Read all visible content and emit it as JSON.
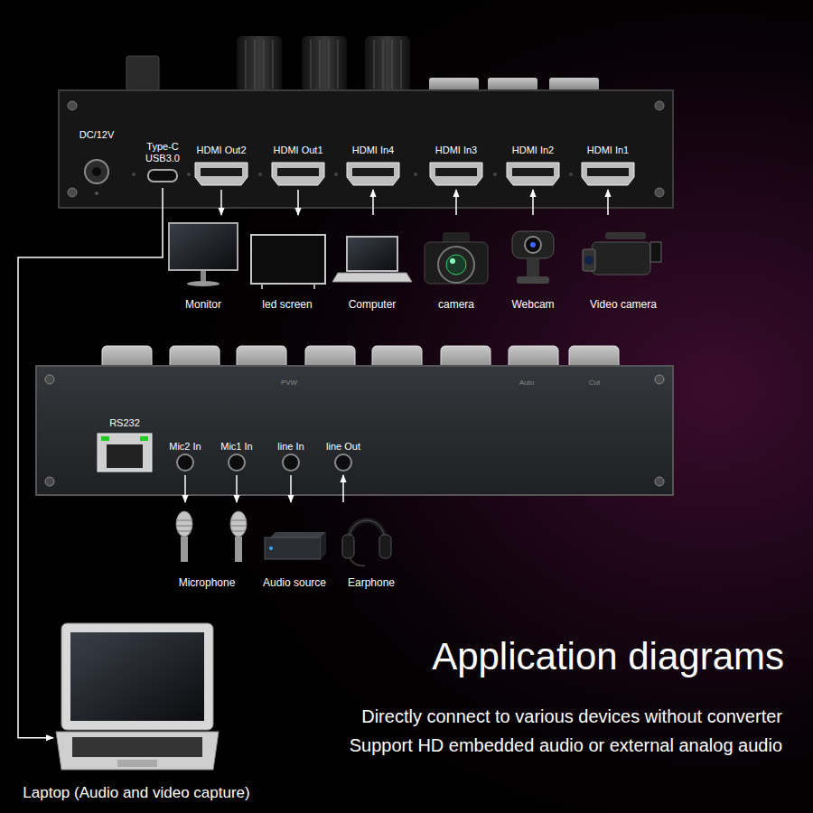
{
  "diagram": {
    "title": "Application diagrams",
    "nodes": [
      {
        "text": [
          "DC/12V"
        ]
      },
      {
        "text": [
          "Type-C USB3.0"
        ]
      },
      {
        "text": [
          "HDMI Out2"
        ]
      },
      {
        "text": [
          "HDMI Out1"
        ]
      },
      {
        "text": [
          "HDMI In4"
        ]
      },
      {
        "text": [
          "HDMI In3"
        ]
      },
      {
        "text": [
          "HDMI In2"
        ]
      },
      {
        "text": [
          "HDMI In1"
        ]
      },
      {
        "text": [
          "Monitor"
        ]
      },
      {
        "text": [
          "led screen"
        ]
      },
      {
        "text": [
          "Computer"
        ]
      },
      {
        "text": [
          "camera"
        ]
      },
      {
        "text": [
          "Webcam"
        ]
      },
      {
        "text": [
          "Video camera"
        ]
      },
      {
        "text": [
          "RS232"
        ]
      },
      {
        "text": [
          "Mic2 In"
        ]
      },
      {
        "text": [
          "Mic1 In"
        ]
      },
      {
        "text": [
          "line In"
        ]
      },
      {
        "text": [
          "line Out"
        ]
      },
      {
        "text": [
          "Microphone"
        ]
      },
      {
        "text": [
          "Audio source"
        ]
      },
      {
        "text": [
          "Earphone"
        ]
      },
      {
        "text": [
          "Laptop (Audio and video capture)"
        ]
      }
    ],
    "edges": [
      {
        "from": 2,
        "to": 8,
        "arrow": "to"
      },
      {
        "from": 3,
        "to": 9,
        "arrow": "to"
      },
      {
        "from": 10,
        "to": 4,
        "arrow": "to"
      },
      {
        "from": 11,
        "to": 5,
        "arrow": "to"
      },
      {
        "from": 12,
        "to": 6,
        "arrow": "to"
      },
      {
        "from": 13,
        "to": 7,
        "arrow": "to"
      },
      {
        "from": 1,
        "to": 22,
        "arrow": "to"
      },
      {
        "from": 15,
        "to": 19,
        "arrow": "to"
      },
      {
        "from": 16,
        "to": 19,
        "arrow": "to"
      },
      {
        "from": 17,
        "to": 20,
        "arrow": "to"
      },
      {
        "from": 21,
        "to": 18,
        "arrow": "to"
      }
    ],
    "labels": [
      "PVW",
      "Auto",
      "Cut",
      "Directly connect to various devices without converter",
      "Support HD embedded audio or external analog audio"
    ]
  }
}
